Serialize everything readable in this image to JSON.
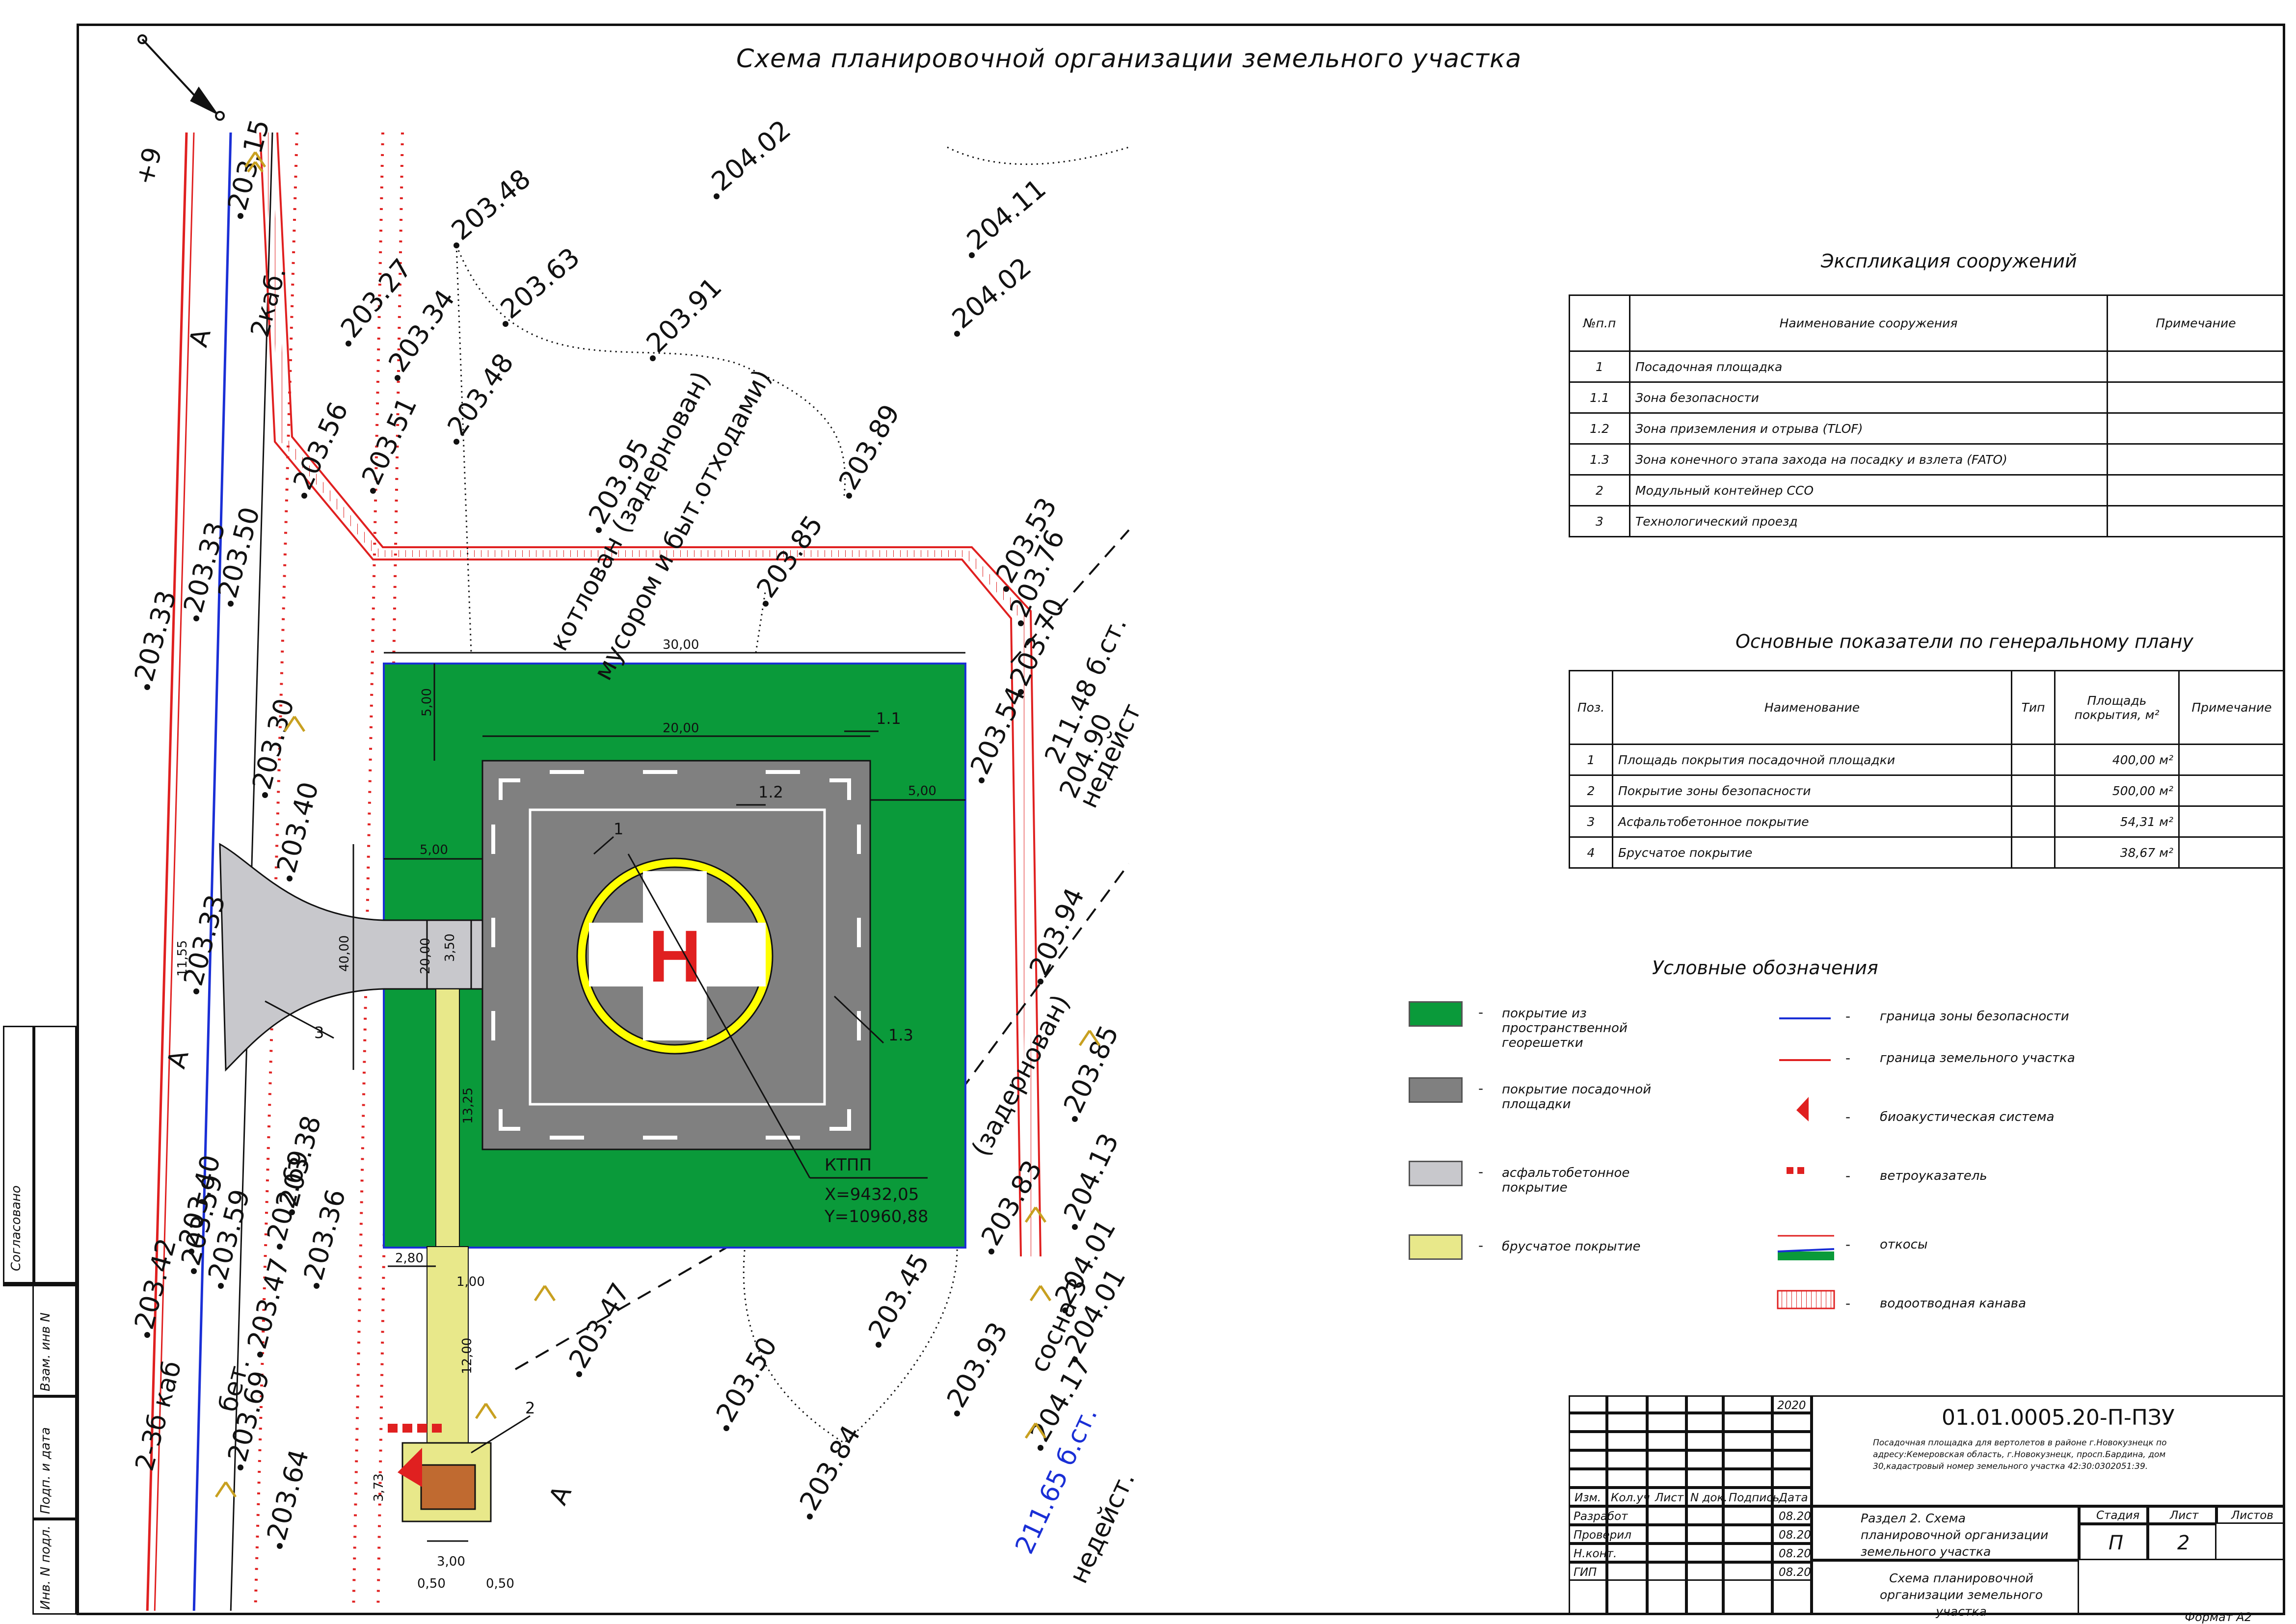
{
  "sheet_title": "Схема планировочной организации земельного участка",
  "format_label": "Формат А2",
  "side_stamp": {
    "agreed": "Согласовано",
    "vzam_inv": "Взам. инв N",
    "podp_data": "Подп. и дата",
    "inv_podl": "Инв. N подл."
  },
  "explication": {
    "title": "Экспликация сооружений",
    "headers": [
      "№п.п",
      "Наименование сооружения",
      "Примечание"
    ],
    "rows": [
      {
        "num": "1",
        "name": "Посадочная площадка",
        "note": ""
      },
      {
        "num": "1.1",
        "name": "Зона безопасности",
        "note": ""
      },
      {
        "num": "1.2",
        "name": "Зона приземления и отрыва (TLOF)",
        "note": ""
      },
      {
        "num": "1.3",
        "name": "Зона конечного этапа захода на посадку и взлета (FATO)",
        "note": ""
      },
      {
        "num": "2",
        "name": "Модульный контейнер ССО",
        "note": ""
      },
      {
        "num": "3",
        "name": "Технологический проезд",
        "note": ""
      }
    ]
  },
  "indicators": {
    "title": "Основные показатели по генеральному плану",
    "headers": [
      "Поз.",
      "Наименование",
      "Тип",
      "Площадь покрытия, м²",
      "Примечание"
    ],
    "rows": [
      {
        "num": "1",
        "name": "Площадь покрытия посадочной площадки",
        "type": "",
        "area": "400,00 м²",
        "note": ""
      },
      {
        "num": "2",
        "name": "Покрытие зоны безопасности",
        "type": "",
        "area": "500,00 м²",
        "note": ""
      },
      {
        "num": "3",
        "name": "Асфальтобетонное покрытие",
        "type": "",
        "area": "54,31 м²",
        "note": ""
      },
      {
        "num": "4",
        "name": "Брусчатое покрытие",
        "type": "",
        "area": "38,67 м²",
        "note": ""
      }
    ]
  },
  "legend": {
    "title": "Условные обозначения",
    "dash": "-",
    "left": [
      {
        "color": "#0a9a3a",
        "label": "покрытие из пространственной георешетки"
      },
      {
        "color": "#808080",
        "label": "покрытие посадочной площадки"
      },
      {
        "color": "#c8c8cc",
        "label": "асфальтобетонное покрытие"
      },
      {
        "color": "#e8e88a",
        "label": "брусчатое покрытие"
      }
    ],
    "right": [
      {
        "label": "граница зоны безопасности",
        "color": "#1a2fd6"
      },
      {
        "label": "граница земельного участка",
        "color": "#e02020"
      },
      {
        "label": "биоакустическая система",
        "color": "#e02020"
      },
      {
        "label": "ветроуказатель",
        "color": "#e02020"
      },
      {
        "label": "откосы",
        "color": "#0a9a3a"
      },
      {
        "label": "водоотводная канава",
        "color": "#e02020"
      }
    ]
  },
  "plan": {
    "pad_label": "H",
    "ktpp": {
      "title": "КТПП",
      "x": "X=9432,05",
      "y": "Y=10960,88"
    },
    "callouts": [
      "1",
      "1.1",
      "1.2",
      "1.3",
      "2",
      "3"
    ],
    "dims": [
      "30,00",
      "20,00",
      "5,00",
      "5,00",
      "5,00",
      "40,00",
      "20,00",
      "3,50",
      "13,25",
      "11,55",
      "2,80",
      "1,00",
      "12,00",
      "3,73",
      "3,00",
      "0,50",
      "0,50"
    ],
    "elevations": [
      {
        "t": "203.48"
      },
      {
        "t": "204.02"
      },
      {
        "t": "204.11"
      },
      {
        "t": "204.02"
      },
      {
        "t": "203.63"
      },
      {
        "t": "203.91"
      },
      {
        "t": "203.27"
      },
      {
        "t": "203.34"
      },
      {
        "t": "203.48"
      },
      {
        "t": "203.56"
      },
      {
        "t": "203.51"
      },
      {
        "t": "203.95"
      },
      {
        "t": "203.89"
      },
      {
        "t": "203.85"
      },
      {
        "t": "203.53"
      },
      {
        "t": "203.76"
      },
      {
        "t": "203.70"
      },
      {
        "t": "203.54"
      },
      {
        "t": "203.94"
      },
      {
        "t": "203.85"
      },
      {
        "t": "204.13"
      },
      {
        "t": "203.83"
      },
      {
        "t": "204.01"
      },
      {
        "t": "203.45"
      },
      {
        "t": "203.93"
      },
      {
        "t": "204.17"
      },
      {
        "t": "203.84"
      },
      {
        "t": "203.50"
      },
      {
        "t": "203.47"
      },
      {
        "t": "203.59"
      },
      {
        "t": "203.42"
      },
      {
        "t": "203.40"
      },
      {
        "t": "203.69"
      },
      {
        "t": "203.64"
      },
      {
        "t": "203.33"
      },
      {
        "t": "203.50"
      },
      {
        "t": "203.33"
      },
      {
        "t": "203.30"
      },
      {
        "t": "203.40"
      },
      {
        "t": "203.33"
      },
      {
        "t": "203.59"
      },
      {
        "t": "203.47"
      },
      {
        "t": "203.38"
      },
      {
        "t": "202.69"
      },
      {
        "t": "203.15"
      },
      {
        "t": "204.01"
      },
      {
        "t": "203.36"
      }
    ],
    "misc_labels": [
      "котлован (задернован)",
      "мусором и быт.отходами)",
      "211.48 б.ст.",
      "204.90",
      "недейст.",
      "211.65 б.ст.",
      "недейст.",
      "сосна 3",
      "2каб.",
      "бет.",
      "2-3б каб",
      "A",
      "A",
      "A",
      "+9",
      "(задернован)"
    ]
  },
  "stamp": {
    "code": "01.01.0005.20-П-ПЗУ",
    "year": "2020",
    "description": "Посадочная площадка для вертолетов в районе г.Новокузнецк по адресу:Кемеровская область, г.Новокузнецк, просп.Бардина, дом 30,кадастровый номер земельного участка 42:30:0302051:39.",
    "cols": [
      "Изм.",
      "Кол.уч",
      "Лист",
      "N док.",
      "Подпись",
      "Дата"
    ],
    "roles": [
      {
        "role": "Разработ",
        "date": "08.20"
      },
      {
        "role": "Проверил",
        "date": "08.20"
      },
      {
        "role": "Н.конт.",
        "date": "08.20"
      },
      {
        "role": "ГИП",
        "date": "08.20"
      }
    ],
    "section": "Раздел 2. Схема планировочной организации земельного участка",
    "stage_h": "Стадия",
    "sheet_h": "Лист",
    "sheets_h": "Листов",
    "stage": "П",
    "sheet": "2",
    "sheets": "",
    "drawing_name": "Схема планировочной организации земельного участка"
  }
}
